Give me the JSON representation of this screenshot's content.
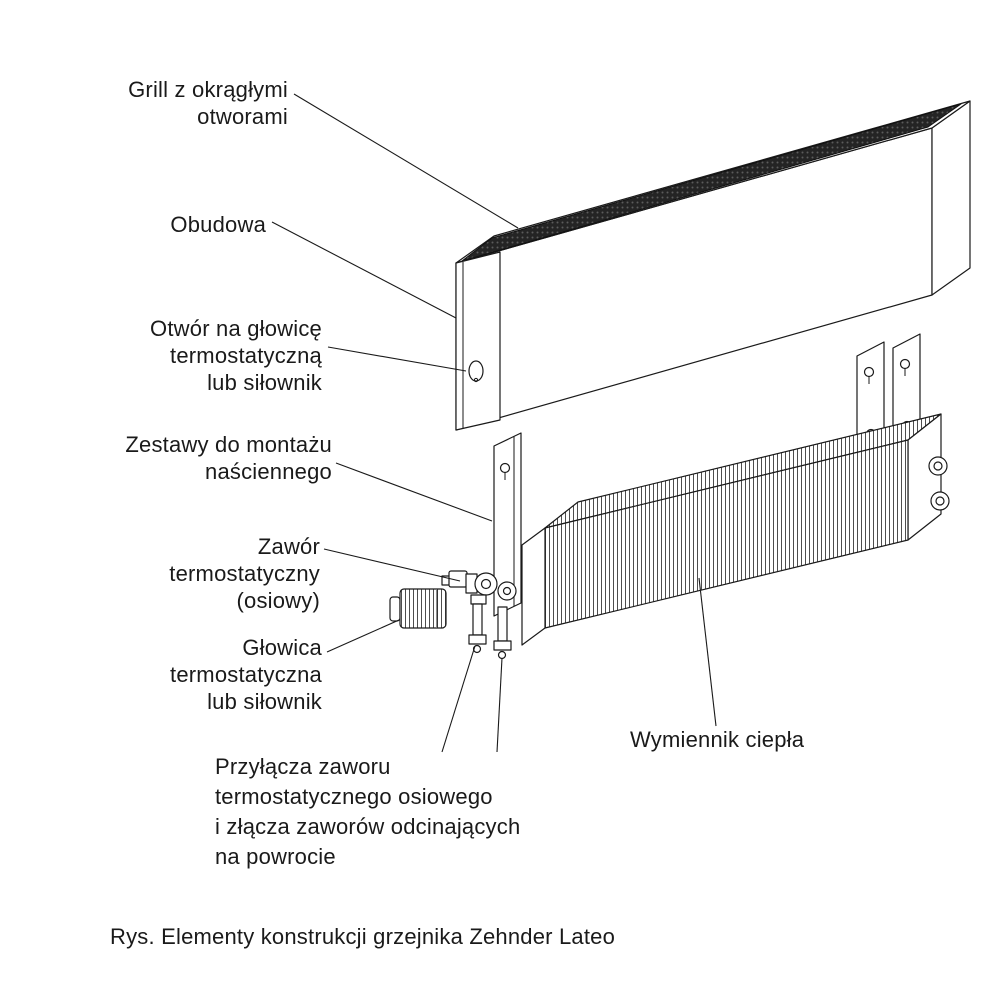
{
  "colors": {
    "ink": "#1a1a1a",
    "grill_dark": "#242424",
    "fin_line": "#4e4e4e",
    "background": "#ffffff"
  },
  "labels": {
    "grill": "Grill z okrągłymi\notworami",
    "obudowa": "Obudowa",
    "otwor_glowica": "Otwór na głowicę\ntermostatyczną\nlub siłownik",
    "zestawy_montaz": "Zestawy do montażu\nnaściennego",
    "zawor": "Zawór\ntermostatyczny\n(osiowy)",
    "glowica": "Głowica\ntermostatyczna\nlub siłownik",
    "przylacza": "Przyłącza zaworu\ntermostatycznego osiowego\ni złącza zaworów odcinających\nna powrocie",
    "wymiennik": "Wymiennik ciepła"
  },
  "caption": "Rys. Elementy konstrukcji grzejnika Zehnder Lateo"
}
